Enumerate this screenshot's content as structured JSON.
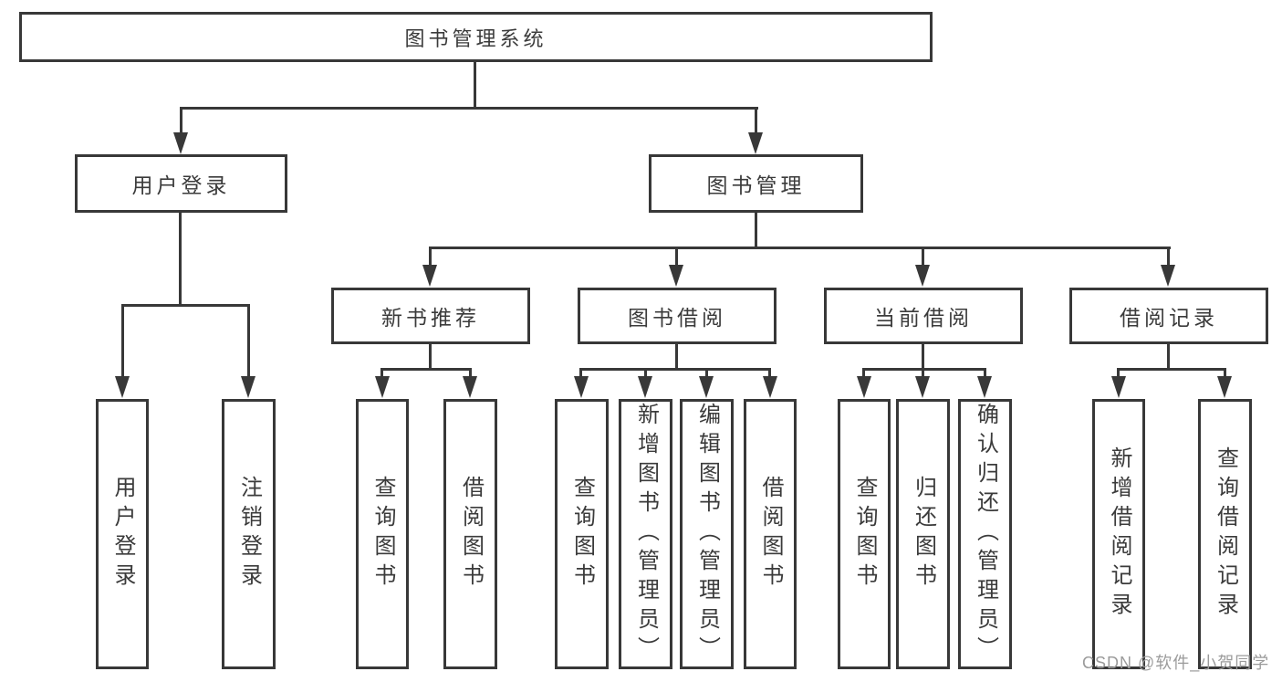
{
  "diagram": {
    "type": "hierarchy-tree",
    "title": "图书管理系统",
    "nodes": {
      "root": {
        "label": "图书管理系统"
      },
      "user_login": {
        "label": "用户登录"
      },
      "book_mgmt": {
        "label": "图书管理"
      },
      "new_book_rec": {
        "label": "新书推荐"
      },
      "book_borrow": {
        "label": "图书借阅"
      },
      "current_borrow": {
        "label": "当前借阅"
      },
      "borrow_records": {
        "label": "借阅记录"
      },
      "login": {
        "label": "用户登录"
      },
      "logout": {
        "label": "注销登录"
      },
      "rec_query_books": {
        "label": "查询图书"
      },
      "rec_borrow_books": {
        "label": "借阅图书"
      },
      "bb_query_books": {
        "label": "查询图书"
      },
      "bb_add_books": {
        "label": "新增图书（管理员）"
      },
      "bb_edit_books": {
        "label": "编辑图书（管理员）"
      },
      "bb_borrow_books": {
        "label": "借阅图书"
      },
      "cb_query_books": {
        "label": "查询图书"
      },
      "cb_return_books": {
        "label": "归还图书"
      },
      "cb_confirm_return": {
        "label": "确认归还（管理员）"
      },
      "br_add_record": {
        "label": "新增借阅记录"
      },
      "br_query_record": {
        "label": "查询借阅记录"
      }
    },
    "hierarchy": {
      "图书管理系统": {
        "用户登录": [
          "用户登录",
          "注销登录"
        ],
        "图书管理": {
          "新书推荐": [
            "查询图书",
            "借阅图书"
          ],
          "图书借阅": [
            "查询图书",
            "新增图书（管理员）",
            "编辑图书（管理员）",
            "借阅图书"
          ],
          "当前借阅": [
            "查询图书",
            "归还图书",
            "确认归还（管理员）"
          ],
          "借阅记录": [
            "新增借阅记录",
            "查询借阅记录"
          ]
        }
      }
    },
    "colors": {
      "line": "#383838",
      "text": "#3b3b3b",
      "watermark": "#9b9b9b",
      "background": "#ffffff"
    },
    "watermark": {
      "text": "CSDN @软件_小贺同学"
    }
  }
}
